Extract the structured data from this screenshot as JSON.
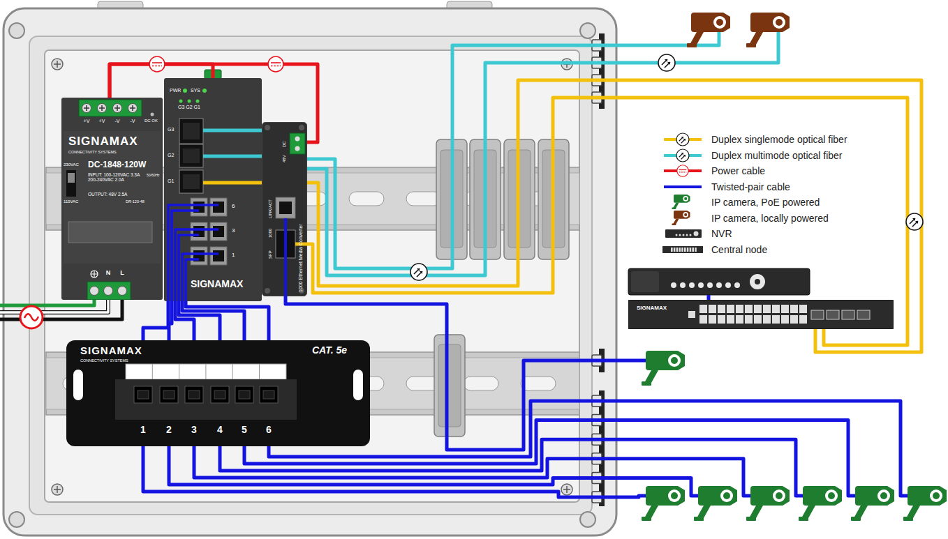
{
  "diagram": {
    "nodes": [
      {
        "text": [
          "+V",
          "+V",
          "-V",
          "-V",
          "DC OK",
          "SIGNAMAX",
          "CONNECTIVITY SYSTEMS",
          "230VAC",
          "DC-1848-120W",
          "INPUT: 100-120VAC 3.3A 200-240VAC 2.0A",
          "50/60Hz",
          "OUTPUT: 48V 2.5A",
          "DR-120-48",
          "115VAC",
          "N",
          "L"
        ]
      },
      {
        "text": [
          "PWR",
          "SYS",
          "G3 G2 G1",
          "G3",
          "G2",
          "G1",
          "6",
          "3",
          "1",
          "SIGNAMAX"
        ]
      },
      {
        "text": [
          "DC",
          "48V",
          "LINK/ACT",
          "1000",
          "SFP",
          "1000 Ethernet Media Converter"
        ]
      },
      {
        "text": [
          "SIGNAMAX",
          "CONNECTIVITY SYSTEMS",
          "CAT. 5e",
          "1",
          "2",
          "3",
          "4",
          "5",
          "6"
        ]
      },
      {
        "text": [
          "SIGNAMAX"
        ]
      }
    ],
    "edges": [
      {
        "from": 0,
        "to": 1,
        "arrow": "none"
      },
      {
        "from": 0,
        "to": 2,
        "arrow": "none"
      },
      {
        "from": 1,
        "to": 3,
        "arrow": "none"
      },
      {
        "from": 1,
        "to": 3,
        "arrow": "none"
      },
      {
        "from": 1,
        "to": 3,
        "arrow": "none"
      },
      {
        "from": 1,
        "to": 3,
        "arrow": "none"
      },
      {
        "from": 1,
        "to": 3,
        "arrow": "none"
      },
      {
        "from": 1,
        "to": 3,
        "arrow": "none"
      },
      {
        "from": 1,
        "to": 4,
        "arrow": "none"
      },
      {
        "from": 2,
        "to": 4,
        "arrow": "none"
      }
    ],
    "legend": [
      {
        "text": "Duplex singlemode optical fiber"
      },
      {
        "text": "Duplex multimode optical fiber"
      },
      {
        "text": "Power cable"
      },
      {
        "text": "Twisted-pair cable"
      },
      {
        "text": "IP camera, PoE powered"
      },
      {
        "text": "IP camera, locally powered"
      },
      {
        "text": "NVR"
      },
      {
        "text": "Central node"
      }
    ]
  }
}
